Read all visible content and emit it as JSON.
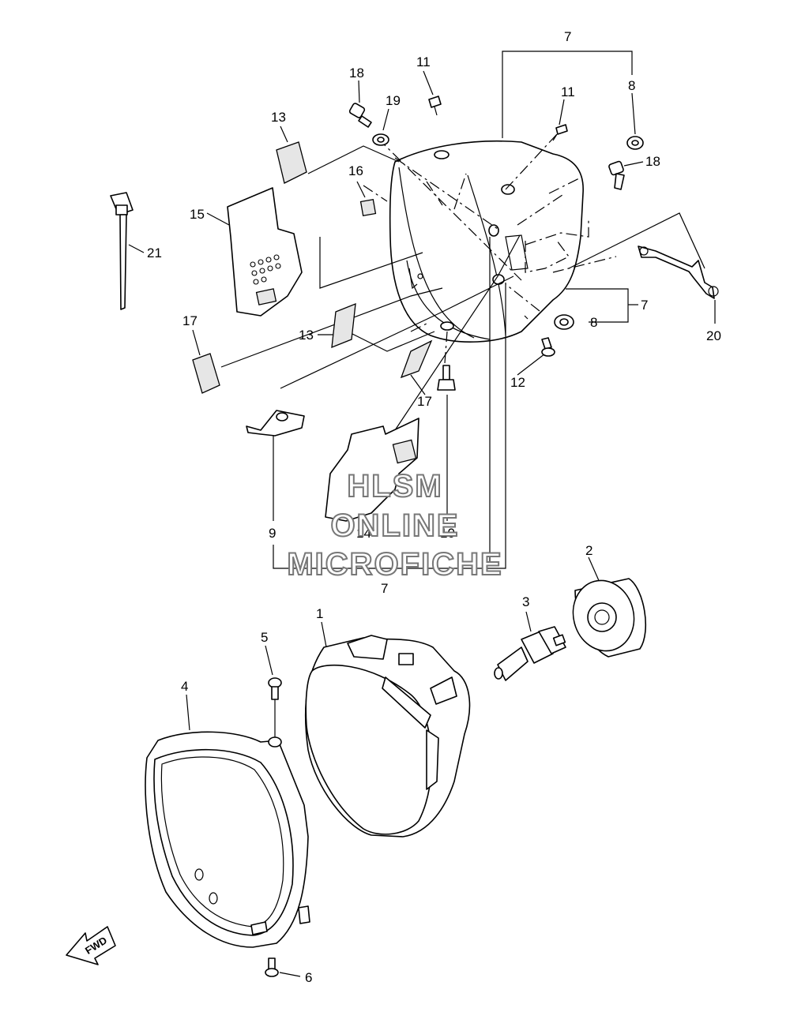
{
  "callouts": [
    {
      "id": "c7a",
      "text": "7"
    },
    {
      "id": "c8a",
      "text": "8"
    },
    {
      "id": "c11a",
      "text": "11"
    },
    {
      "id": "c11b",
      "text": "11"
    },
    {
      "id": "c18a",
      "text": "18"
    },
    {
      "id": "c19",
      "text": "19"
    },
    {
      "id": "c13a",
      "text": "13"
    },
    {
      "id": "c16",
      "text": "16"
    },
    {
      "id": "c18b",
      "text": "18"
    },
    {
      "id": "c15",
      "text": "15"
    },
    {
      "id": "c21",
      "text": "21"
    },
    {
      "id": "c7b",
      "text": "7"
    },
    {
      "id": "c8b",
      "text": "8"
    },
    {
      "id": "c20",
      "text": "20"
    },
    {
      "id": "c17a",
      "text": "17"
    },
    {
      "id": "c13b",
      "text": "13"
    },
    {
      "id": "c12",
      "text": "12"
    },
    {
      "id": "c17b",
      "text": "17"
    },
    {
      "id": "c9",
      "text": "9"
    },
    {
      "id": "c14",
      "text": "14"
    },
    {
      "id": "c10",
      "text": "10"
    },
    {
      "id": "c7c",
      "text": "7"
    },
    {
      "id": "c2",
      "text": "2"
    },
    {
      "id": "c3",
      "text": "3"
    },
    {
      "id": "c1",
      "text": "1"
    },
    {
      "id": "c5",
      "text": "5"
    },
    {
      "id": "c4",
      "text": "4"
    },
    {
      "id": "c6",
      "text": "6"
    }
  ],
  "watermark": [
    "HLSM",
    "ONLINE",
    "MICROFICHE"
  ],
  "fwd_arrow": {
    "label": "FWD",
    "icon": "fwd-arrow-icon"
  }
}
